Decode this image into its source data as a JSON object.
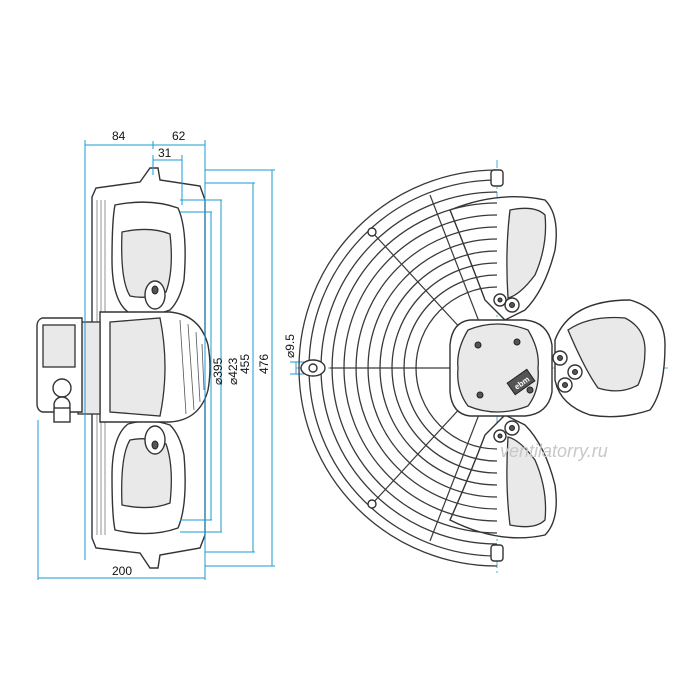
{
  "dimensions": {
    "d84": "84",
    "d62": "62",
    "d31": "31",
    "d395": "⌀395",
    "d423": "⌀423",
    "d455": "455",
    "d476": "476",
    "d200": "200",
    "d9_5": "⌀9.5"
  },
  "watermark": "ventilatorry.ru",
  "badge": "ebm",
  "colors": {
    "dimension": "#1e9bd6",
    "line": "#333333"
  }
}
